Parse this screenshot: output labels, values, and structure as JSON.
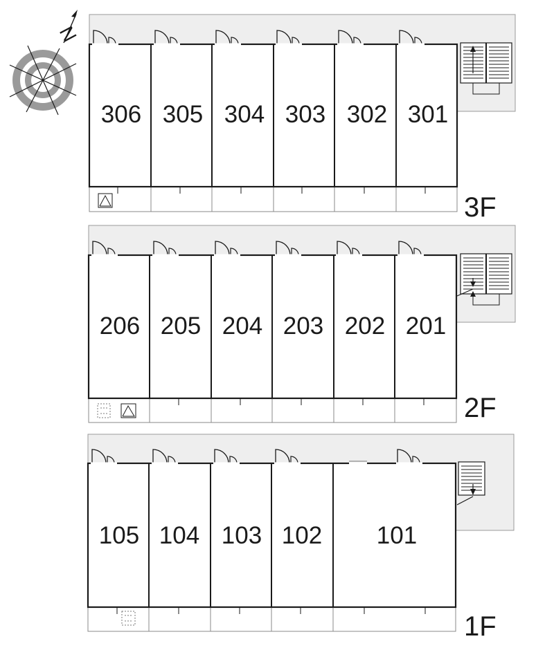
{
  "compass": {
    "north_label": "N",
    "icon": "compass-rose-icon"
  },
  "floors": [
    {
      "id": "3f",
      "label": "3F",
      "units": [
        {
          "number": "306"
        },
        {
          "number": "305"
        },
        {
          "number": "304"
        },
        {
          "number": "303"
        },
        {
          "number": "302"
        },
        {
          "number": "301"
        }
      ],
      "stair": "stair-up-icon",
      "balcony_icons": [
        "evacuation-hatch-icon"
      ]
    },
    {
      "id": "2f",
      "label": "2F",
      "units": [
        {
          "number": "206"
        },
        {
          "number": "205"
        },
        {
          "number": "204"
        },
        {
          "number": "203"
        },
        {
          "number": "202"
        },
        {
          "number": "201"
        }
      ],
      "stair": "stair-up-down-icon",
      "balcony_icons": [
        "evacuation-ladder-icon",
        "evacuation-hatch-icon"
      ]
    },
    {
      "id": "1f",
      "label": "1F",
      "units": [
        {
          "number": "105"
        },
        {
          "number": "104"
        },
        {
          "number": "103"
        },
        {
          "number": "102"
        },
        {
          "number": "101"
        }
      ],
      "stair": "stair-down-icon",
      "balcony_icons": [
        "evacuation-ladder-icon"
      ]
    }
  ],
  "colors": {
    "corridor": "#eeeeee",
    "line": "#1a1a1a",
    "thin_line": "#777777"
  }
}
